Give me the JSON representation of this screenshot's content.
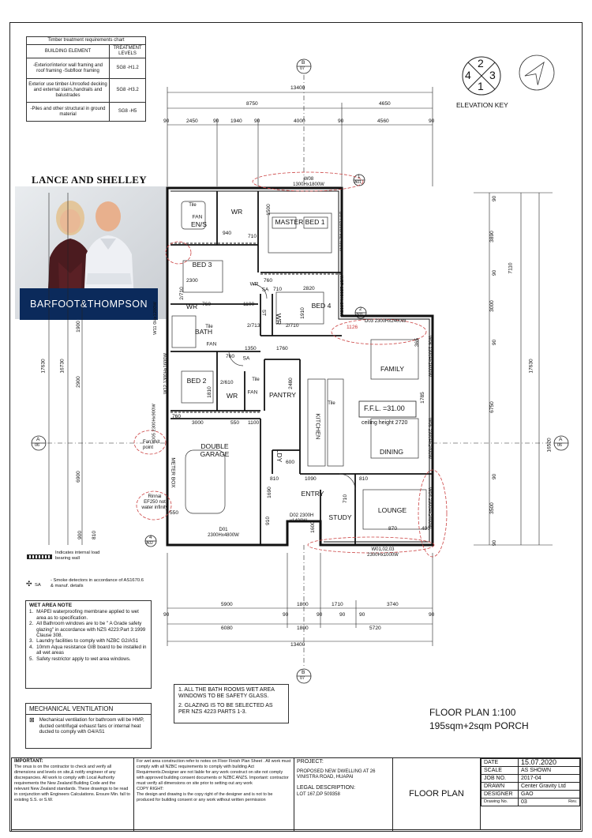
{
  "timber_chart": {
    "title": "Timber treatment requirements chart",
    "headers": [
      "BUILDING ELEMENT",
      "TREATMENT LEVELS"
    ],
    "rows": [
      [
        "-Exterior/interior wall framing and roof framing -Subfloor framing",
        "SG8 -H1.2"
      ],
      [
        "Exterior use timber-Unroofed decking and external stairs,handrails and balustrades",
        "SG8 -H3.2"
      ],
      [
        "-Piles and other structural in ground material",
        "SG8 -H5"
      ]
    ]
  },
  "agent": {
    "name": "LANCE AND SHELLEY",
    "brand": "BARFOOT&THOMPSON"
  },
  "elevation_key": {
    "label": "ELEVATION KEY",
    "numbers": [
      "2",
      "4",
      "3",
      "1"
    ]
  },
  "dims_top": {
    "overall": "13400",
    "sub": [
      "8750",
      "4650"
    ],
    "parts": [
      "90",
      "2450",
      "90",
      "1940",
      "90",
      "4000",
      "90",
      "4560",
      "90"
    ]
  },
  "dims_bottom": {
    "row1": [
      "5900",
      "1800",
      "1710",
      "3740"
    ],
    "row2": [
      "90",
      "90",
      "90",
      "90",
      "90",
      "90"
    ],
    "row3": [
      "6080",
      "1800",
      "5720"
    ],
    "overall": "13400"
  },
  "dims_left": [
    "17630",
    "16730",
    "1900",
    "2900",
    "6900",
    "900",
    "810"
  ],
  "dims_right": [
    "90",
    "3890",
    "7110",
    "90",
    "3000",
    "90",
    "6750",
    "90",
    "3500",
    "90",
    "17630",
    "16520"
  ],
  "section_markers": [
    "B",
    "07",
    "B",
    "07",
    "A",
    "06",
    "A",
    "06",
    "1",
    "A01",
    "2",
    "A01",
    "4",
    "A02"
  ],
  "rooms": [
    {
      "name": "MASTER BED 1"
    },
    {
      "name": "BED 3"
    },
    {
      "name": "BED 4"
    },
    {
      "name": "BED 2"
    },
    {
      "name": "FAMILY"
    },
    {
      "name": "DINING"
    },
    {
      "name": "LOUNGE"
    },
    {
      "name": "STUDY"
    },
    {
      "name": "KITCHEN"
    },
    {
      "name": "PANTRY"
    },
    {
      "name": "ENTRY"
    },
    {
      "name": "DOUBLE GARAGE"
    },
    {
      "name": "LDY"
    },
    {
      "name": "BATH"
    },
    {
      "name": "EN/S"
    },
    {
      "name": "WR"
    },
    {
      "name": "WR"
    },
    {
      "name": "WR"
    },
    {
      "name": "WR"
    },
    {
      "name": "WR"
    },
    {
      "name": "FAN"
    },
    {
      "name": "FAN"
    },
    {
      "name": "FAN"
    },
    {
      "name": "Tile"
    },
    {
      "name": "Tile"
    },
    {
      "name": "Tile"
    },
    {
      "name": "Tile"
    },
    {
      "name": "SA"
    },
    {
      "name": "SA"
    },
    {
      "name": "ST"
    }
  ],
  "windows": [
    "W08 1300Hx1800W",
    "D04 2300Hx2400W",
    "W07 1300Hx1600W",
    "D03 2300Hx2400W",
    "W06 1300Hx1600W",
    "W05 2300Hx2400W",
    "W04 2300Hx2400W",
    "W01,02,03 2300Hx1000W",
    "D02 2300H x1400W",
    "D01 2300Hx4800W",
    "W11 0Hx1200W",
    "W12 1300Hx1600W",
    "D05 2300Hx900W",
    "2/710",
    "2/713",
    "2/710",
    "2/610",
    "1126",
    "710",
    "760",
    "760",
    "760",
    "1100",
    "1760",
    "1350",
    "2820",
    "2300",
    "940",
    "710",
    "1500",
    "1910",
    "3000",
    "550",
    "1100",
    "760",
    "1090",
    "810",
    "710",
    "870",
    "400",
    "550",
    "810",
    "910",
    "1690",
    "600",
    "1600",
    "365",
    "1785",
    "2480",
    "1810"
  ],
  "ffl": {
    "level": "F.F.L. =31.00",
    "ceiling": "ceiling height 2720"
  },
  "callouts": {
    "fan_exit": "Fan exit point",
    "rinnai": "Rinnai EF250 not water infinity",
    "meter_box": "METER BOX"
  },
  "legend": {
    "load_wall": "Indicates internal load bearing wall",
    "sa_label": "SA",
    "sa_text": "- Smoke detectors in accordance of AS1670.6 & manuf. details"
  },
  "wet_area": {
    "title": "WET AREA NOTE",
    "items": [
      "MAPEI waterproofing membrane applied to wet area as to specification.",
      "All Bathroom windows are to be \" A Grade safety glazing\" in accordance with NZS 4223:Part 3:1999 Clause 308.",
      "Laundry facilities to comply with NZBC G2/AS1",
      "10mm Aqua resistance GIB board to be installed in all wet areas",
      "Safety restrictor apply to wet area windows."
    ]
  },
  "mechanical": {
    "title": "MECHANICAL VENTILATION",
    "text": "Mechanical ventilation for bathroom will be HMP, ducted centrifugal exhaust fans or internal heat ducted to comply with G4/AS1"
  },
  "glazing_note": {
    "line1": "1. ALL THE BATH ROOMS WET AREA WINDOWS TO BE SAFETY GLASS.",
    "line2": "2. GLAZING IS TO BE SELECTED AS PER NZS 4223 PARTS 1-3."
  },
  "plan_title": {
    "line1": "FLOOR PLAN 1:100",
    "line2": "195sqm+2sqm PORCH"
  },
  "title_block": {
    "important_label": "IMPORTANT:",
    "important_text": "The onus is on the contractor to check and verify all dimensions and levels on site,& notify engineer of any discrepancies. All work to comply with Local Authority requirements the New Zealand Building Code and the relevant New Zealand standards. These drawings to be read in conjunction with Engineers Calculations. Ensure Min. fall to existing S.S. or S.W.",
    "wet_text": "For wet area construction refer to notes on Floor Finish Plan Sheet . All work must comply with all NZBC requirements to comply with building Act Requirments.Designer are not liable for any work construct on site not comply with approved building consent documents or NZBC ANZS. Important: contractor must verify all dimensions on site prior to setting out any work",
    "copyright_label": "COPY RIGHT:",
    "copyright_text": "The design and drawing is the copy right of the designer and is not to be produced for building consent or any work without written permission",
    "project_label": "PROJECT:",
    "project_text": "PROPOSED NEW DWELLING AT 26 VINISTRA ROAD, HUAPAI",
    "legal_label": "LEGAL DESCRIPTION:",
    "legal_text": "LOT 167,DP 509358",
    "sheet_name": "FLOOR PLAN",
    "fields": [
      {
        "k": "DATE",
        "v": "15.07.2020"
      },
      {
        "k": "SCALE",
        "v": "AS SHOWN"
      },
      {
        "k": "JOB NO.",
        "v": "2017-04"
      },
      {
        "k": "DRAWN",
        "v": "Center Gravity Ltd"
      },
      {
        "k": "DESIGNER",
        "v": "GAO"
      }
    ],
    "drawing_no_label": "Drawing No.",
    "drawing_no": "03",
    "rev_label": "Rev."
  }
}
